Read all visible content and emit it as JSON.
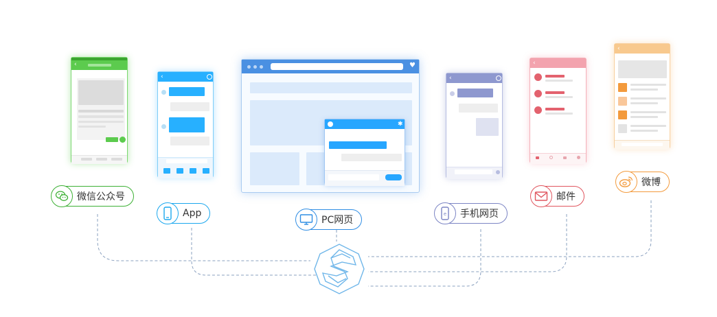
{
  "channels": [
    {
      "label": "微信公众号",
      "color": "#3cb034",
      "icon": "wechat-icon"
    },
    {
      "label": "App",
      "color": "#1aa7ee",
      "icon": "phone-icon"
    },
    {
      "label": "PC网页",
      "color": "#2f8de4",
      "icon": "monitor-icon"
    },
    {
      "label": "手机网页",
      "color": "#7b84c4",
      "icon": "mobile-web-icon"
    },
    {
      "label": "邮件",
      "color": "#e0555e",
      "icon": "mail-icon"
    },
    {
      "label": "微博",
      "color": "#f39a3c",
      "icon": "weibo-icon"
    }
  ],
  "colors": {
    "wechat": "#5ccb4e",
    "app": "#27b0ff",
    "pc": "#4a90e2",
    "mobile": "#8e98cf",
    "mail": "#f3a3ae",
    "weibo": "#f8c98e",
    "hub": "#6fb6e9",
    "dash": "#8aa0bf"
  }
}
